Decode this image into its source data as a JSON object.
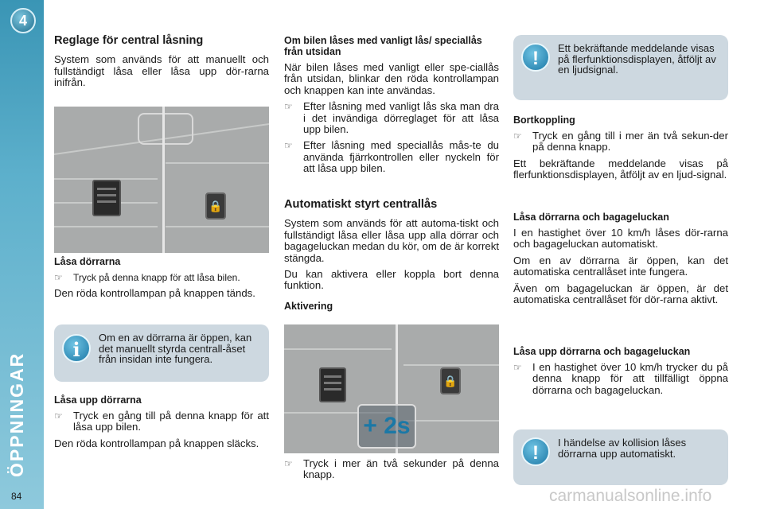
{
  "sidebar": {
    "chapter": "4",
    "title": "ÖPPNINGAR",
    "page_number": "84"
  },
  "col1": {
    "heading": "Reglage för central låsning",
    "intro": "System som används för att manuellt och fullständigt låsa eller låsa upp dör-rarna inifrån.",
    "lock_heading": "Låsa dörrarna",
    "lock_bullet": "Tryck på denna knapp för att låsa bilen.",
    "lock_text": "Den röda kontrollampan på knappen tänds.",
    "note_text": "Om en av dörrarna är öppen, kan det manuellt styrda centrall-åset från insidan inte fungera.",
    "unlock_heading": "Låsa upp dörrarna",
    "unlock_bullet": "Tryck en gång till på denna knapp för att låsa upp bilen.",
    "unlock_text": "Den röda kontrollampan på knappen släcks."
  },
  "col2": {
    "outside_heading": "Om bilen låses med vanligt lås/ speciallås från utsidan",
    "outside_text": "När bilen låses med vanligt eller spe-ciallås från utsidan, blinkar den röda kontrollampan och knappen kan inte användas.",
    "outside_bullet1": "Efter låsning med vanligt lås ska man dra i det invändiga dörreglaget för att låsa upp bilen.",
    "outside_bullet2": "Efter låsning med speciallås mås-te du använda fjärrkontrollen eller nyckeln för att låsa upp bilen.",
    "auto_heading": "Automatiskt styrt centrallås",
    "auto_text1": "System som används för att automa-tiskt och fullständigt låsa eller låsa upp alla dörrar och bagageluckan medan du kör, om de är korrekt stängda.",
    "auto_text2": "Du kan aktivera eller koppla bort denna funktion.",
    "activation_heading": "Aktivering",
    "photo_label": "+ 2s",
    "activation_bullet": "Tryck i mer än två sekunder på denna knapp."
  },
  "col3": {
    "note_top": "Ett bekräftande meddelande visas på flerfunktionsdisplayen, åtföljt av en ljudsignal.",
    "deactivate_heading": "Bortkoppling",
    "deactivate_bullet": "Tryck en gång till i mer än två sekun-der på denna knapp.",
    "deactivate_text": "Ett bekräftande meddelande visas på flerfunktionsdisplayen, åtföljt av en ljud-signal.",
    "lock_all_heading": "Låsa dörrarna och bagageluckan",
    "lock_all_text1": "I en hastighet över 10 km/h låses dör-rarna och bagageluckan automatiskt.",
    "lock_all_text2": "Om en av dörrarna är öppen, kan det automatiska centrallåset inte fungera.",
    "lock_all_text3": "Även om bagageluckan är öppen, är det automatiska centrallåset för dör-rarna aktivt.",
    "unlock_all_heading": "Låsa upp dörrarna och bagageluckan",
    "unlock_all_bullet": "I en hastighet över 10 km/h trycker du på denna knapp för att tillfälligt öppna dörrarna och bagageluckan.",
    "note_bottom": "I händelse av kollision låses dörrarna upp automatiskt."
  },
  "icons": {
    "bullet": "pointing-hand-icon",
    "info": "info-icon",
    "warning": "exclamation-icon",
    "lock": "padlock-icon"
  },
  "colors": {
    "sidebar": "#3a95b5",
    "note_bg": "#cdd8e0",
    "accent": "#1b78a6",
    "photo": "#a9abab"
  },
  "watermark": "carmanualsonline.info"
}
